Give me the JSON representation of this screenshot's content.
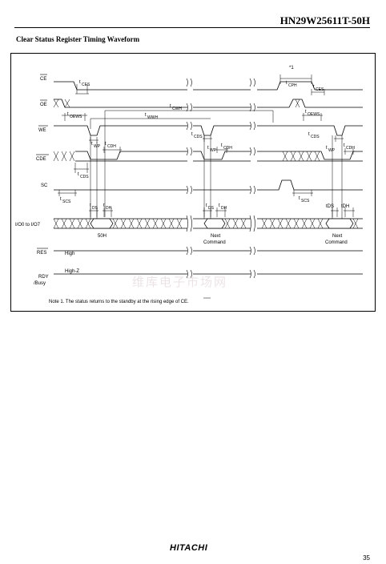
{
  "header": {
    "part_number": "HN29W25611T-50H"
  },
  "section": {
    "title": "Clear Status Register Timing Waveform"
  },
  "signals": {
    "ce": "CE",
    "oe": "OE",
    "we": "WE",
    "cde": "CDE",
    "sc": "SC",
    "io": "I/O0 to I/O7",
    "res": "RES",
    "rdy1": "RDY",
    "rdy2": "/Busy"
  },
  "labels": {
    "star1": "*1",
    "t_ces": "CES",
    "t_cph": "CPH",
    "t_cwh": "CWH",
    "t_wwh": "WWH",
    "t_oews": "OEWS",
    "t_cds": "CDS",
    "t_wp": "WP",
    "t_cdh": "CDH",
    "t_scs": "SCS",
    "t_ds": "DS",
    "t_dh": "DH",
    "tDS": "tDS",
    "tDH": "tDH",
    "t": "t",
    "data_50h": "50H",
    "next1": "Next",
    "next2": "Command",
    "high": "High",
    "highz": "High-Z"
  },
  "note": "Note 1. The status returns to the standby at the rising edge of CE.",
  "watermark": "维库电子市场网",
  "footer": {
    "logo": "HITACHI",
    "page": "35"
  }
}
